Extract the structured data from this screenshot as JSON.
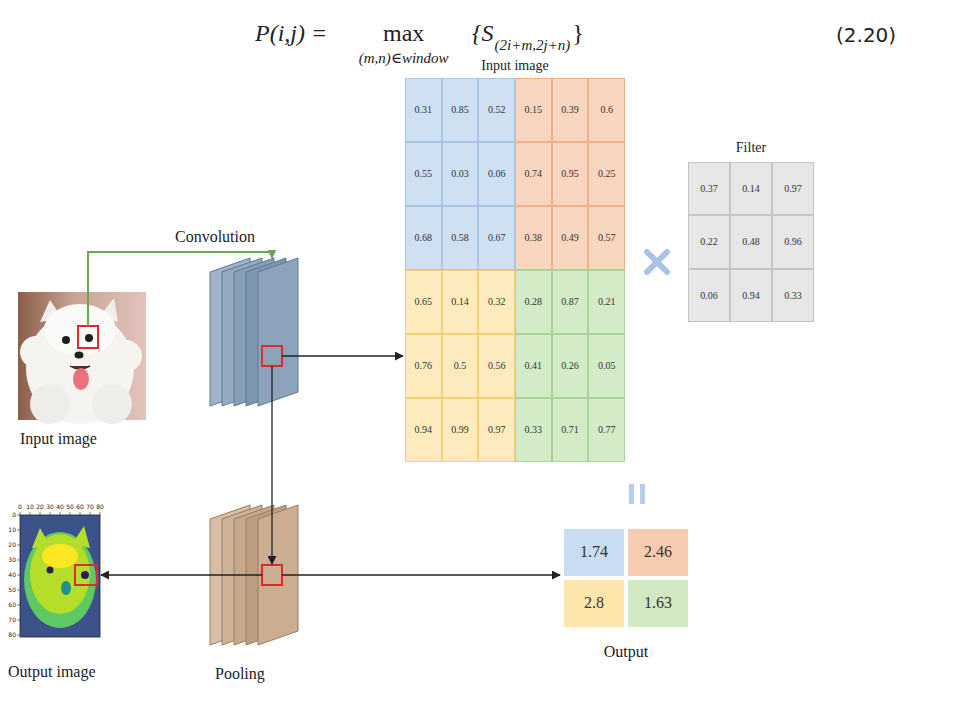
{
  "diagram": {
    "nodes": [
      {
        "text": [
          "Input image"
        ]
      },
      {
        "text": [
          "Convolution"
        ]
      },
      {
        "text": [
          "Pooling"
        ]
      },
      {
        "text": [
          "Output image"
        ]
      },
      {
        "text": [
          "Input image"
        ]
      },
      {
        "text": [
          "Filter"
        ]
      },
      {
        "text": [
          "Output"
        ]
      }
    ],
    "edges": [
      {
        "from": 0,
        "to": 1,
        "arrow": "to"
      },
      {
        "from": 1,
        "to": 4,
        "arrow": "to"
      },
      {
        "from": 1,
        "to": 2,
        "arrow": "to"
      },
      {
        "from": 2,
        "to": 3,
        "arrow": "to"
      },
      {
        "from": 2,
        "to": 6,
        "arrow": "to"
      }
    ],
    "labels": [
      "P(i,j) =",
      "max",
      "(m,n)∈window",
      "{S",
      "(2i+m,2j+n)",
      "}",
      "(2.20)",
      "0.31",
      "0.85",
      "0.52",
      "0.15",
      "0.39",
      "0.6",
      "0.55",
      "0.03",
      "0.06",
      "0.74",
      "0.95",
      "0.25",
      "0.68",
      "0.58",
      "0.67",
      "0.38",
      "0.49",
      "0.57",
      "0.65",
      "0.14",
      "0.32",
      "0.28",
      "0.87",
      "0.21",
      "0.76",
      "0.5",
      "0.56",
      "0.41",
      "0.26",
      "0.05",
      "0.94",
      "0.99",
      "0.97",
      "0.33",
      "0.71",
      "0.77",
      "0.37",
      "0.14",
      "0.97",
      "0.22",
      "0.48",
      "0.96",
      "0.06",
      "0.94",
      "0.33",
      "1.74",
      "2.46",
      "2.8",
      "1.63",
      "0",
      "10",
      "20",
      "30",
      "40",
      "50",
      "60",
      "70",
      "80",
      "0",
      "10",
      "20",
      "30",
      "40",
      "50",
      "60",
      "70",
      "80"
    ]
  }
}
